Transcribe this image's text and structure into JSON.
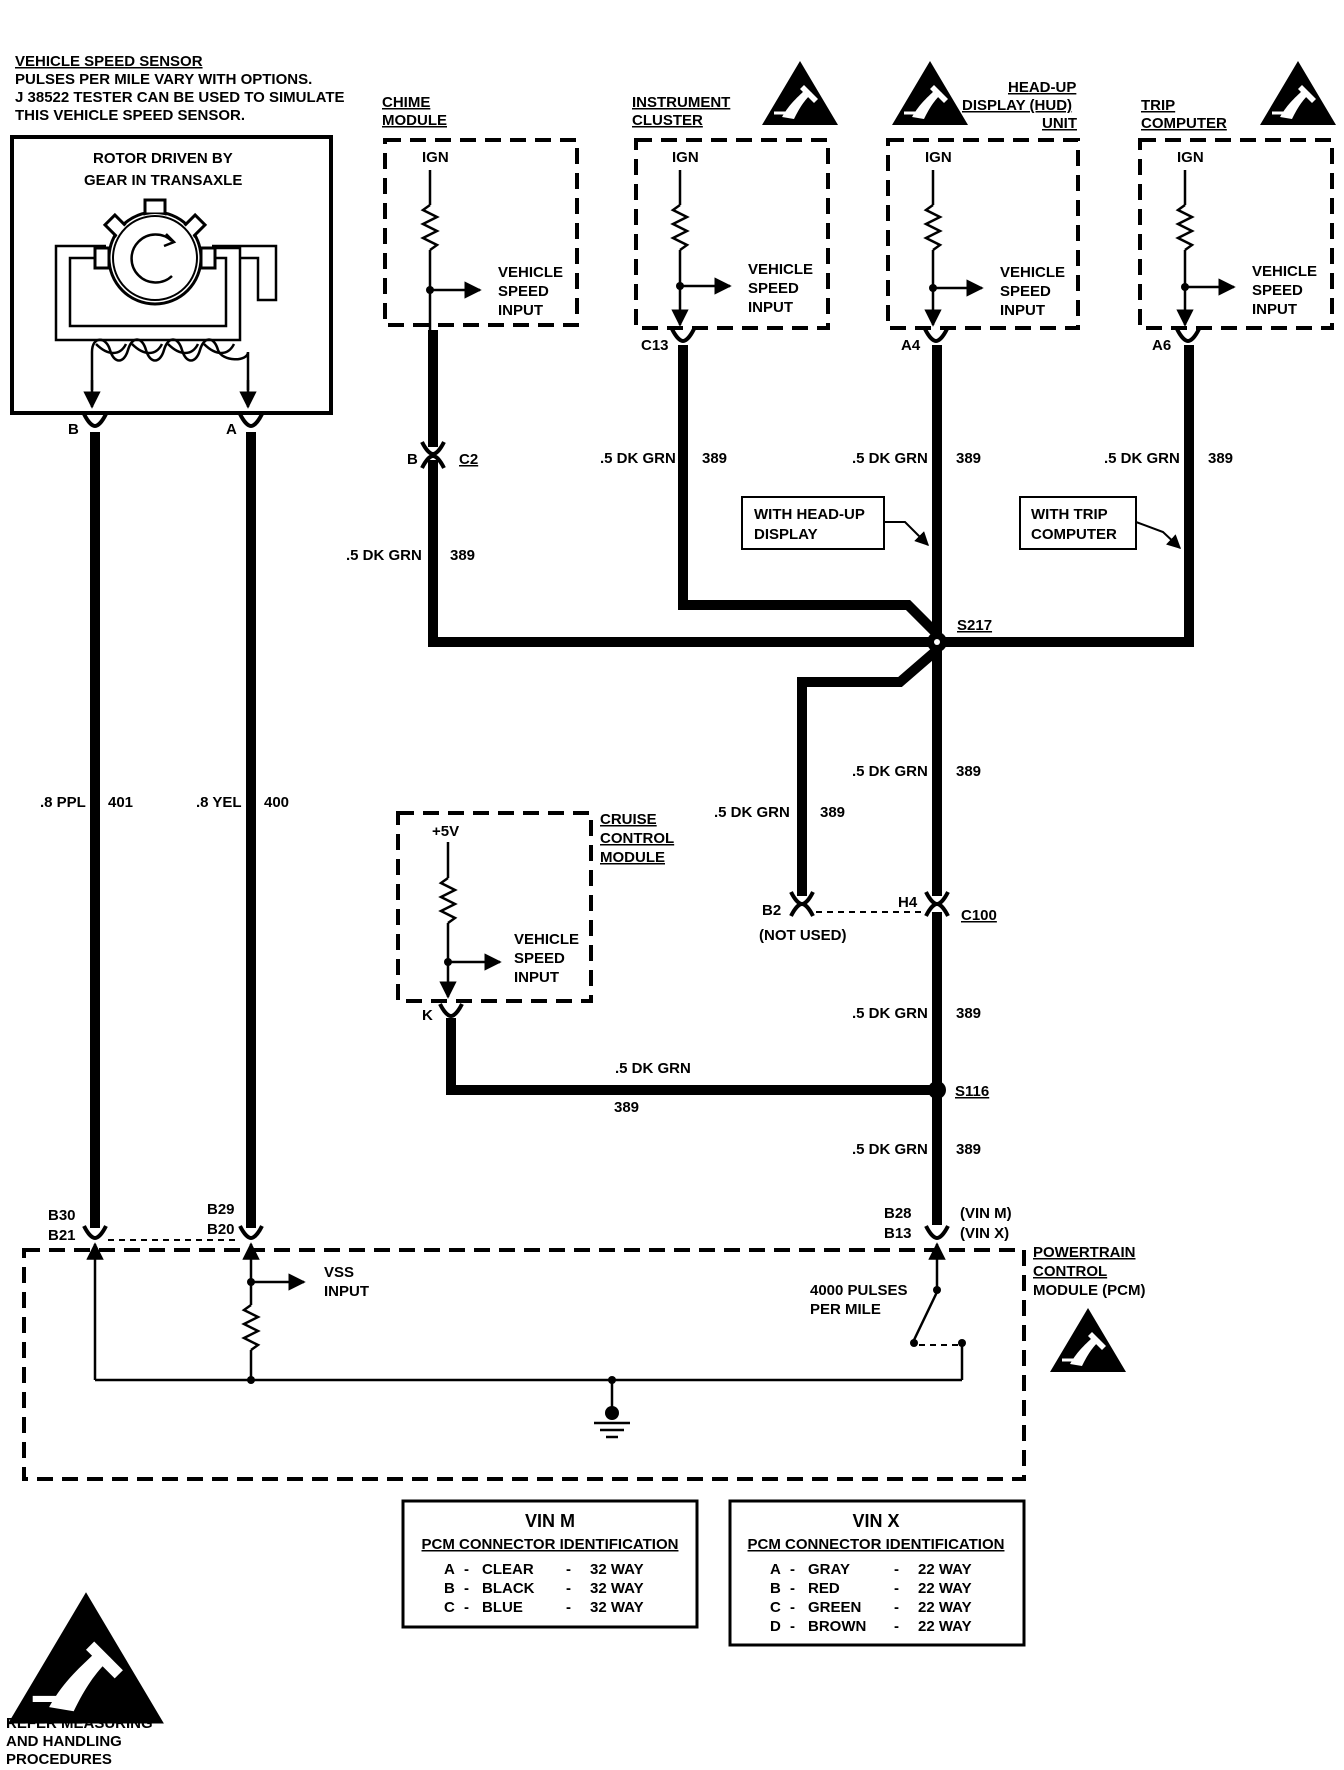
{
  "vss": {
    "title": "VEHICLE SPEED SENSOR",
    "note1": "PULSES PER MILE VARY WITH OPTIONS.",
    "note2": "J 38522 TESTER CAN BE USED TO SIMULATE",
    "note3": "THIS VEHICLE SPEED SENSOR.",
    "rotor1": "ROTOR DRIVEN BY",
    "rotor2": "GEAR IN TRANSAXLE",
    "pin_b": "B",
    "pin_a": "A"
  },
  "modules": {
    "ign": "IGN",
    "vsi1": "VEHICLE",
    "vsi2": "SPEED",
    "vsi3": "INPUT",
    "chime1": "CHIME",
    "chime2": "MODULE",
    "ic1": "INSTRUMENT",
    "ic2": "CLUSTER",
    "hud1": "HEAD-UP",
    "hud2": "DISPLAY (HUD)",
    "hud3": "UNIT",
    "trip1": "TRIP",
    "trip2": "COMPUTER",
    "cruise1": "CRUISE",
    "cruise2": "CONTROL",
    "cruise3": "MODULE",
    "plus5v": "+5V",
    "pcm1": "POWERTRAIN",
    "pcm2": "CONTROL",
    "pcm3": "MODULE (PCM)"
  },
  "connectors": {
    "c2_pin": "B",
    "c2": "C2",
    "c13": "C13",
    "a4": "A4",
    "a6": "A6",
    "b2": "B2",
    "not_used": "(NOT USED)",
    "h4": "H4",
    "c100": "C100",
    "k": "K",
    "s217": "S217",
    "s116": "S116",
    "b30": "B30",
    "b21": "B21",
    "b29": "B29",
    "b20": "B20",
    "b28": "B28",
    "b13": "B13",
    "vin_m": "(VIN M)",
    "vin_x": "(VIN X)"
  },
  "wires": {
    "dkgrn": ".5 DK GRN",
    "circuit389": "389",
    "ppl": ".8 PPL",
    "circuit401": "401",
    "yel": ".8 YEL",
    "circuit400": "400"
  },
  "notes": {
    "hud1": "WITH HEAD-UP",
    "hud2": "DISPLAY",
    "trip1": "WITH TRIP",
    "trip2": "COMPUTER"
  },
  "pcm": {
    "vss1": "VSS",
    "vss2": "INPUT",
    "pulses1": "4000 PULSES",
    "pulses2": "PER MILE"
  },
  "vin_m_table": {
    "title": "VIN M",
    "subtitle": "PCM CONNECTOR IDENTIFICATION",
    "rows": [
      {
        "pin": "A",
        "color": "CLEAR",
        "way": "32 WAY"
      },
      {
        "pin": "B",
        "color": "BLACK",
        "way": "32 WAY"
      },
      {
        "pin": "C",
        "color": "BLUE",
        "way": "32 WAY"
      }
    ]
  },
  "vin_x_table": {
    "title": "VIN X",
    "subtitle": "PCM CONNECTOR IDENTIFICATION",
    "rows": [
      {
        "pin": "A",
        "color": "GRAY",
        "way": "22 WAY"
      },
      {
        "pin": "B",
        "color": "RED",
        "way": "22 WAY"
      },
      {
        "pin": "C",
        "color": "GREEN",
        "way": "22 WAY"
      },
      {
        "pin": "D",
        "color": "BROWN",
        "way": "22 WAY"
      }
    ]
  },
  "esd": {
    "line1": "REFER MEASURING",
    "line2": "AND HANDLING",
    "line3": "PROCEDURES",
    "icon": "esd-warning-icon"
  },
  "dash": "-"
}
